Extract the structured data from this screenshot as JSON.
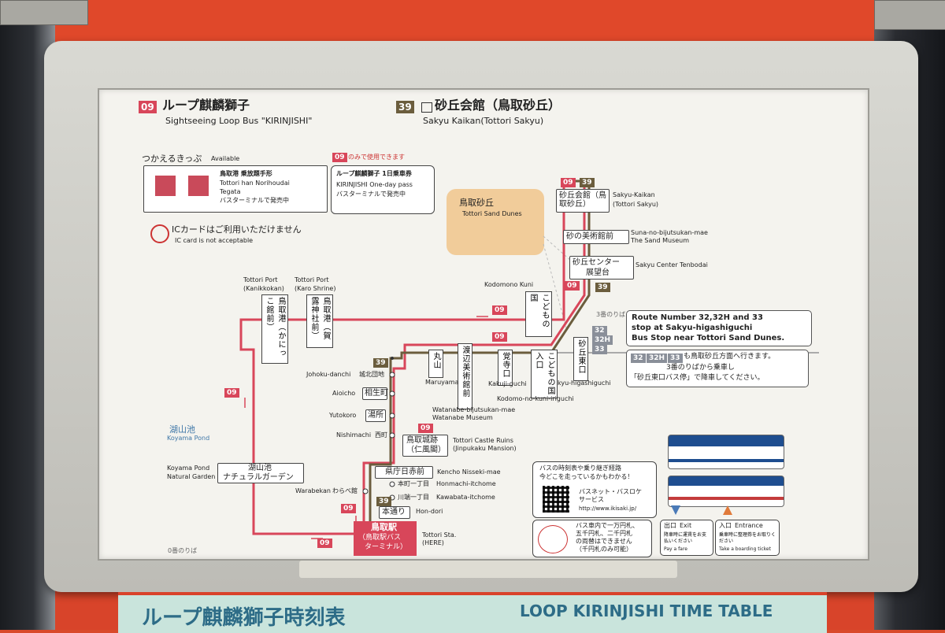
{
  "header": {
    "loop_badge": "09",
    "loop_title": "ループ麒麟獅子",
    "loop_subtitle": "Sightseeing Loop Bus \"KIRINJISHI\"",
    "sakyu_badge": "39",
    "sakyu_title": "砂丘会館（鳥取砂丘）",
    "sakyu_subtitle": "Sakyu Kaikan(Tottori Sakyu)"
  },
  "tickets": {
    "available_ja": "つかえるきっぷ",
    "available_en": "Available",
    "ticket1_name_ja": "鳥取港 乗放題手形",
    "ticket1_name_en1": "Tottori han Norihoudai",
    "ticket1_name_en2": "Tegata",
    "ticket1_sales": "バスターミナルで発売中",
    "only_badge": "09",
    "only_text": "のみで使用できます",
    "ticket2_name_ja": "ループ麒麟獅子 1日乗車券",
    "ticket2_name_en": "KIRINJISHI One-day pass",
    "ticket2_sales": "バスターミナルで発売中",
    "ic_ja": "ICカードはご利用いただけません",
    "ic_en": "IC card is not acceptable"
  },
  "landmark": {
    "dunes_ja": "鳥取砂丘",
    "dunes_en": "Tottori Sand Dunes"
  },
  "stops": {
    "kaikan_ja": "砂丘会館（鳥取砂丘）",
    "kaikan_en1": "Sakyu-Kaikan",
    "kaikan_en2": "(Tottori Sakyu)",
    "museum_ja": "砂の美術館前",
    "museum_en1": "Suna-no-bijutsukan-mae",
    "museum_en2": "The Sand Museum",
    "center_ja1": "砂丘センター",
    "center_ja2": "展望台",
    "center_en": "Sakyu Center Tenbodai",
    "kodomo_en": "Kodomono Kuni",
    "kodomo_ja": "こどもの国",
    "port1_en1": "Tottori Port",
    "port1_en2": "(Kanikkokan)",
    "port1_ja": "鳥取港（かにっこ館前）",
    "port2_en1": "Tottori Port",
    "port2_en2": "(Karo Shrine)",
    "port2_ja": "鳥取港（賀露神社前）",
    "higashi_ja": "砂丘東口",
    "higashi_en": "Sakyu-higashiguchi",
    "iriguchi_ja": "こどもの国入口",
    "iriguchi_en": "Kodomo-no-kuni-iriguchi",
    "kakuji_ja": "覚寺口",
    "kakuji_en": "Kakuji-guchi",
    "watanabe_ja": "渡辺美術館前",
    "watanabe_en1": "Watanabe-bijutsukan-mae",
    "watanabe_en2": "Watanabe Museum",
    "maruyama_ja": "丸山",
    "maruyama_en": "Maruyama",
    "johoku_en": "Johoku-danchi",
    "johoku_ja": "城北団地",
    "aioicho_en": "Aioicho",
    "aioicho_ja": "相生町",
    "yutokoro_en": "Yutokoro",
    "yutokoro_ja": "湯所",
    "nishimachi_en": "Nishimachi",
    "nishimachi_ja": "西町",
    "castle_ja1": "鳥取城跡",
    "castle_ja2": "（仁風閣）",
    "castle_en1": "Tottori Castle Ruins",
    "castle_en2": "(Jinpukaku Mansion)",
    "kencho_ja": "県庁日赤前",
    "kencho_en": "Kencho Nisseki-mae",
    "honmachi_ja": "本町一丁目",
    "honmachi_en": "Honmachi-itchome",
    "kawabata_ja": "川端一丁目",
    "kawabata_en": "Kawabata-itchome",
    "hondori_ja": "本通り",
    "hondori_en": "Hon-dori",
    "pond_ja": "湖山池",
    "pond_en": "Koyama Pond",
    "garden_en1": "Koyama Pond",
    "garden_en2": "Natural Garden",
    "garden_ja1": "湖山池",
    "garden_ja2": "ナチュラルガーデン",
    "warabe_en": "Warabekan",
    "warabe_ja": "わらべ館",
    "station_ja1": "鳥取駅",
    "station_ja2": "（鳥取駅バス",
    "station_ja3": "ターミナル）",
    "station_en1": "Tottori Sta.",
    "station_en2": "(HERE)"
  },
  "badges": {
    "r09": "09",
    "r39": "39",
    "r32": "32",
    "r32h": "32H",
    "r33": "33"
  },
  "notices": {
    "route_line1": "Route Number 32,32H and 33",
    "route_line2": "stop at Sakyu-higashiguchi",
    "route_line3": "Bus Stop near Tottori Sand Dunes.",
    "ja_line1": "も鳥取砂丘方面へ行きます。",
    "ja_line2": "3番のりばから乗車し",
    "ja_line3": "「砂丘東口バス停」で降車してください。",
    "platform": "3番のりば"
  },
  "info": {
    "timetable_line1": "バスの時刻表や乗り継ぎ経路",
    "timetable_line2": "今どこを走っているかもわかる！",
    "busnet1": "バスネット・バスロケ",
    "busnet2": "サービス",
    "url": "http://www.ikisaki.jp/",
    "fare_line1": "バス車内で一万円札、",
    "fare_line2": "五千円札、二千円札",
    "fare_line3": "の両替はできません",
    "fare_line4": "（千円札のみ可能）",
    "exit_ja": "出口",
    "exit_en": "Exit",
    "exit_desc": "降車時に運賃をお支払いください",
    "exit_desc_en": "Pay a fare",
    "entrance_ja": "入口",
    "entrance_en": "Entrance",
    "entrance_desc": "乗車時に整理券をお取りください",
    "entrance_desc_en": "Take a boarding ticket",
    "platform_bottom": "0番のりば"
  },
  "bottom_strip": {
    "left_text": "ループ麒麟獅子時刻表",
    "right_text": "LOOP KIRINJISHI TIME TABLE"
  },
  "colors": {
    "route09": "#d8465a",
    "route39": "#6b5d3d",
    "dunes": "#f1cc9a",
    "station": "#d8465a"
  }
}
